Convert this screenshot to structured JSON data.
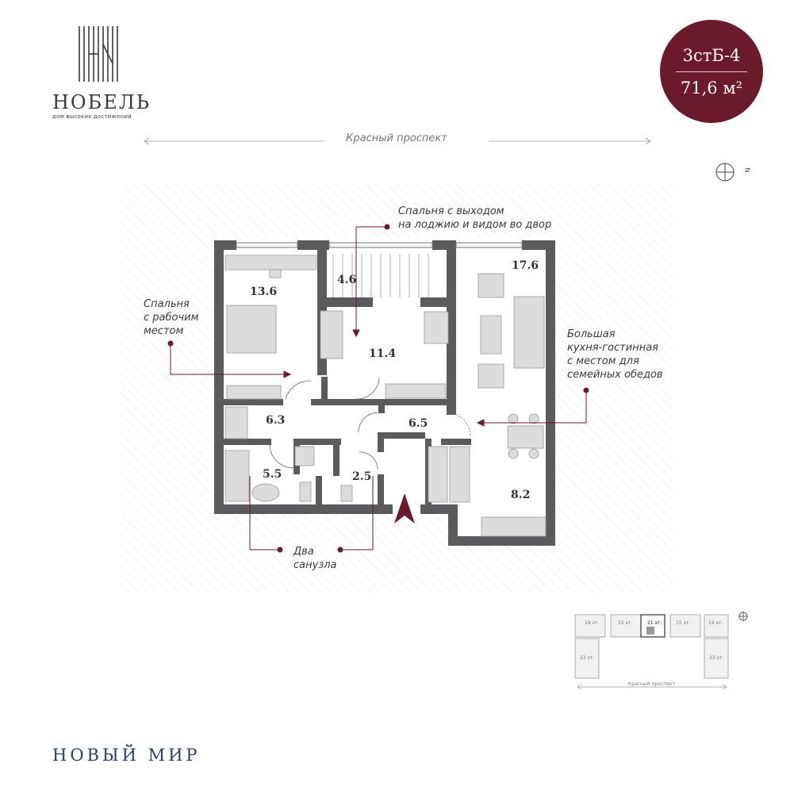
{
  "brand": {
    "name": "НОБЕЛЬ",
    "tagline": "дом высоких достижений"
  },
  "badge": {
    "code": "3стБ-4",
    "area": "71,6 м²",
    "color": "#6b1a2c"
  },
  "street": {
    "top_label": "Красный проспект",
    "minimap_label": "Красный проспект"
  },
  "compass": {
    "direction": "N"
  },
  "rooms": [
    {
      "label": "13.6"
    },
    {
      "label": "4.6"
    },
    {
      "label": "11.4"
    },
    {
      "label": "17.6"
    },
    {
      "label": "6.3"
    },
    {
      "label": "6.5"
    },
    {
      "label": "5.5"
    },
    {
      "label": "2.5"
    },
    {
      "label": "8.2"
    }
  ],
  "callouts": {
    "bedroom_work": [
      "Спальня",
      "с рабочим",
      "местом"
    ],
    "bedroom_loggia": [
      "Спальня с выходом",
      "на лоджию и видом во двор"
    ],
    "kitchen": [
      "Большая",
      "кухня-гостинная",
      "с местом для",
      "семейных обедов"
    ],
    "bathrooms": [
      "Два",
      "санузла"
    ]
  },
  "minimap": {
    "floors": [
      "19 эт.",
      "15 эт.",
      "21 эт.",
      "15 эт.",
      "19 эт.",
      "23 эт.",
      "23 эт."
    ]
  },
  "footer": {
    "project_name": "НОВЫЙ МИР",
    "color": "#2c3e66"
  },
  "colors": {
    "wall": "#5b5b5d",
    "accent": "#6b1a2c",
    "hatch": "#ececec"
  }
}
